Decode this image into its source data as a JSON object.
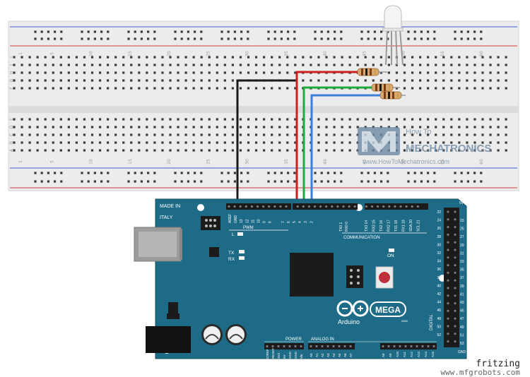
{
  "breadboard": {
    "column_numbers": [
      "1",
      "5",
      "10",
      "15",
      "20",
      "25",
      "30",
      "35",
      "40",
      "45",
      "50",
      "55",
      "60"
    ],
    "row_letters_top": [
      "J",
      "I",
      "H",
      "G",
      "F"
    ],
    "row_letters_bottom": [
      "E",
      "D",
      "C",
      "B",
      "A"
    ]
  },
  "watermark": {
    "line1": "How To",
    "line2": "MECHATRONICS",
    "url": "www.HowToMechatronics.com"
  },
  "board": {
    "made_in": "MADE IN",
    "italy": "ITALY",
    "pwm": "PWM",
    "communication": "COMMUNICATION",
    "led_l": "L",
    "led_tx": "TX",
    "led_rx": "RX",
    "led_on": "ON",
    "power": "POWER",
    "analog_in": "ANALOG IN",
    "digital": "DIGITAL",
    "brand": "Arduino",
    "model": "MEGA",
    "model_sub": "2560",
    "pwm_pins": [
      "AREF",
      "GND",
      "13",
      "12",
      "11",
      "10",
      "9",
      "8",
      "7",
      "6",
      "5",
      "4",
      "3",
      "2"
    ],
    "comm_pins": [
      "TX0 1",
      "RX0 0",
      "TX3 14",
      "RX3 15",
      "TX2 16",
      "RX2 17",
      "TX1 18",
      "RX1 19",
      "SDA 20",
      "SCL 21"
    ],
    "power_pins": [
      "IOREF",
      "RESET",
      "3V3",
      "5V",
      "GND",
      "GND",
      "Vin"
    ],
    "analog_pins": [
      "A0",
      "A1",
      "A2",
      "A3",
      "A4",
      "A5",
      "A6",
      "A7",
      "A8",
      "A9",
      "A10",
      "A11",
      "A12",
      "A13",
      "A14",
      "A15"
    ],
    "digital_left": [
      "22",
      "24",
      "26",
      "28",
      "30",
      "32",
      "34",
      "36",
      "38",
      "40",
      "42",
      "44",
      "46",
      "48",
      "50",
      "52"
    ],
    "digital_right": [
      "23",
      "25",
      "27",
      "29",
      "31",
      "33",
      "35",
      "37",
      "39",
      "41",
      "43",
      "45",
      "47",
      "49",
      "51",
      "53"
    ],
    "five_v": "5V",
    "gnd": "GND"
  },
  "wires": {
    "gnd": "#1a1a1a",
    "red": "#cc1f1f",
    "green": "#1faa3a",
    "blue": "#3c7fd6"
  },
  "footer": {
    "brand": "fritzing",
    "site": "www.mfgrobots.com"
  }
}
